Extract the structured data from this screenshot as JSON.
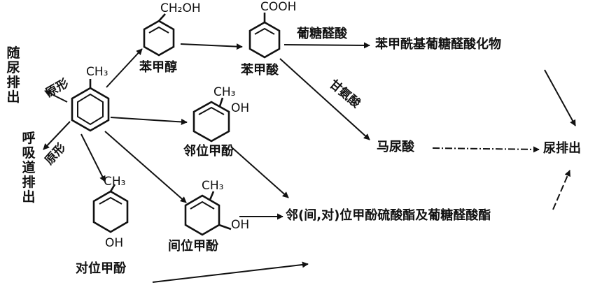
{
  "substituents": {
    "toluene_ch3": "CH₃",
    "benzyl_alcohol_ch2oh": "CH₂OH",
    "benzoic_acid_cooh": "COOH",
    "o_cresol_ch3": "CH₃",
    "o_cresol_oh": "OH",
    "p_cresol_ch3": "CH₃",
    "p_cresol_oh": "OH",
    "m_cresol_ch3": "CH₃",
    "m_cresol_oh": "OH"
  },
  "labels": {
    "benzyl_alcohol": "苯甲醇",
    "benzoic_acid": "苯甲酸",
    "o_cresol": "邻位甲酚",
    "m_cresol": "间位甲酚",
    "p_cresol": "对位甲酚",
    "glucuronic_acid": "葡糖醛酸",
    "benzoyl_glucuronide": "苯甲酰基葡糖醛酸化物",
    "glycine": "甘氨酸",
    "hippuric_acid": "马尿酸",
    "urinary_excretion": "尿排出",
    "conjugates": "邻(间,对)位甲酚硫酸酯及葡糖醛酸酯",
    "unchanged_urine": "原形",
    "unchanged_resp": "原形",
    "excreted_urine": "随尿排出",
    "excreted_resp": "呼吸道排出"
  }
}
